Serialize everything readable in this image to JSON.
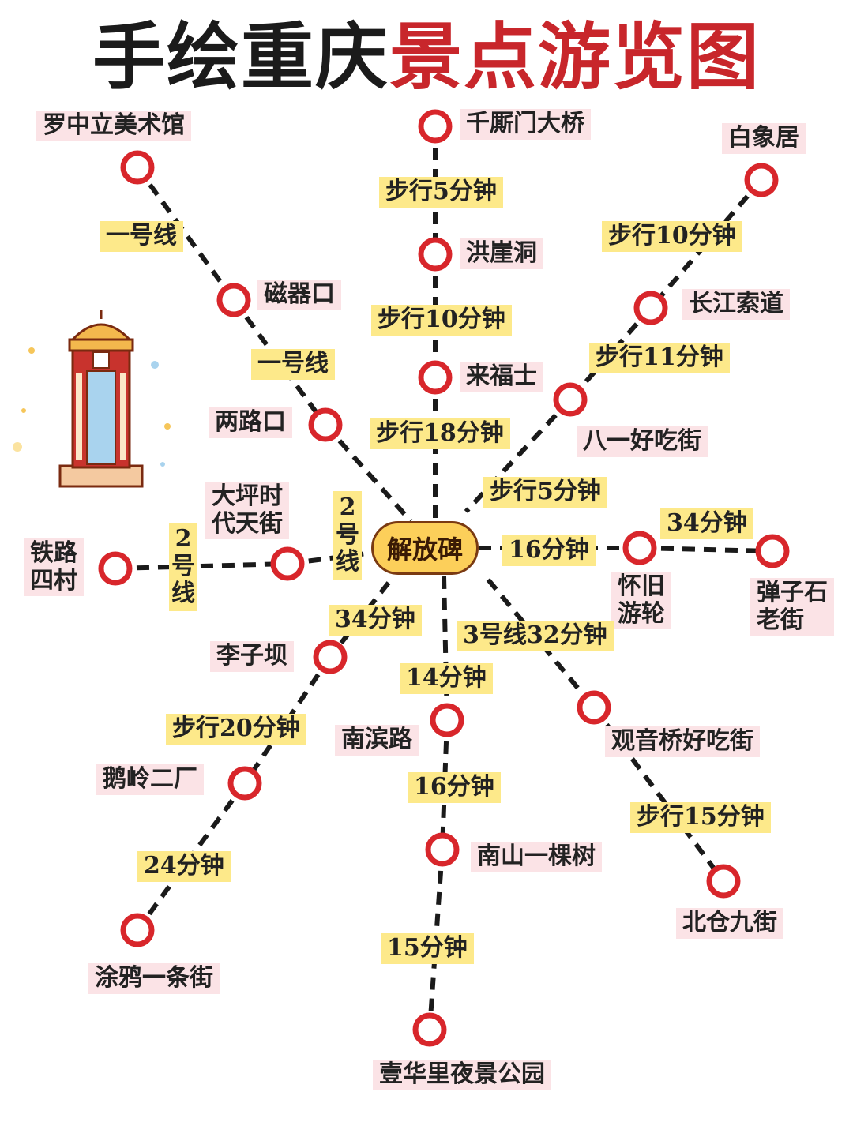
{
  "title": {
    "part1": "手绘重庆",
    "part2": "景点游览图"
  },
  "hub": "解放碑",
  "colors": {
    "line": "#1a1a1a",
    "station": "#d8262b",
    "station_label_bg": "#fbe3e6",
    "time_label_bg": "#fde98a",
    "hub_bg": "#fccf5a",
    "title_dark": "#1b1b1b",
    "title_red": "#c8262b"
  },
  "stations": {
    "luozhongli": "罗中立美术馆",
    "ciqikou": "磁器口",
    "lianglukou": "两路口",
    "qiansimen": "千厮门大桥",
    "hongyadong": "洪崖洞",
    "raffles": "来福士",
    "baixiangju": "白象居",
    "changjiang_cableway": "长江索道",
    "bayi_food_street": "八一好吃街",
    "dapingshidai": "大坪时\n代天街",
    "tielusicun": "铁路\n四村",
    "huaijiu_youlun": "怀旧\n游轮",
    "danzishi": "弹子石\n老街",
    "liziba": "李子坝",
    "eling": "鹅岭二厂",
    "tuya": "涂鸦一条街",
    "nanbinlu": "南滨路",
    "nanshan": "南山一棵树",
    "yihuali": "壹华里夜景公园",
    "guanyinqiao": "观音桥好吃街",
    "beicang": "北仓九街"
  },
  "legs": {
    "line1_a": "一号线",
    "line1_b": "一号线",
    "walk5_top": "步行5分钟",
    "walk10_top": "步行10分钟",
    "walk18": "步行18分钟",
    "walk10_right": "步行10分钟",
    "walk11": "步行11分钟",
    "walk5_right": "步行5分钟",
    "line2_right": "2\n号\n线",
    "line2_left": "2\n号\n线",
    "min16_right": "16分钟",
    "min34_right": "34分钟",
    "min34_left": "34分钟",
    "walk20": "步行20分钟",
    "min24": "24分钟",
    "min14": "14分钟",
    "min16_down": "16分钟",
    "min15": "15分钟",
    "line3_32": "3号线32分钟",
    "walk15": "步行15分钟"
  }
}
